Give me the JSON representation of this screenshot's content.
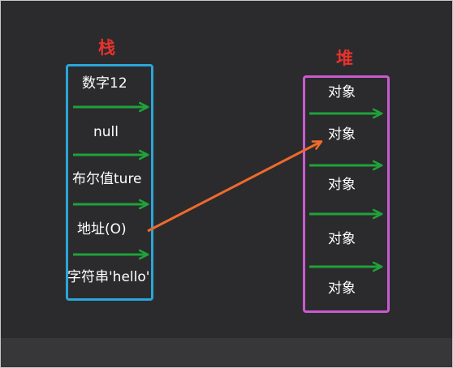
{
  "stack": {
    "title": "栈",
    "items": [
      "数字12",
      "null",
      "布尔值ture",
      "地址(O)",
      "字符串'hello'"
    ]
  },
  "heap": {
    "title": "堆",
    "items": [
      "对象",
      "对象",
      "对象",
      "对象",
      "对象"
    ]
  },
  "colors": {
    "background": "#2b2b2d",
    "stack_border": "#2aa6d8",
    "heap_border": "#c85bd0",
    "title": "#e8322d",
    "arrow_green": "#1fa23a",
    "pointer_arrow": "#ef6a2c"
  }
}
